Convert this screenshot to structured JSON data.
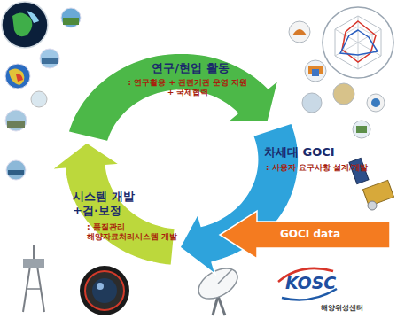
{
  "diagram": {
    "nodes": [
      {
        "text": [
          "연구/현업 활동",
          ": 연구활용 + 관련기관 운영 지원 + 국제협력"
        ]
      },
      {
        "text": [
          "차세대 GOCI",
          ": 사용자 요구사항 설계/개발"
        ]
      },
      {
        "text": [
          "시스템 개발 +검·보정",
          ": 품질관리 해양자료처리시스템 개발"
        ]
      },
      {
        "text": [
          "GOCI data"
        ]
      }
    ],
    "labels": [
      "KOSC",
      "해양위성센터"
    ]
  }
}
